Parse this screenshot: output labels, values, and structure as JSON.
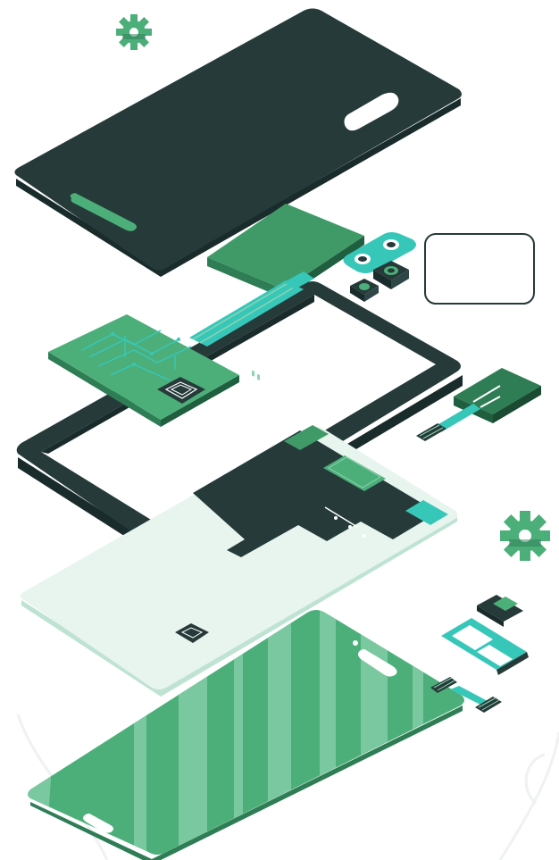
{
  "colors": {
    "dark": "#263a3a",
    "dark_edge": "#1a2b2b",
    "green": "#4caf79",
    "green_dark": "#2e7d55",
    "green_light": "#8fd3b0",
    "teal": "#37c7b9",
    "pale": "#e8f5ef",
    "pale_edge": "#bfe3d3",
    "white": "#ffffff"
  },
  "icons": [
    "gear-icon",
    "gear-icon-large",
    "blank-callout-box"
  ],
  "parts": [
    "back-cover",
    "battery",
    "camera-module",
    "motherboard",
    "frame",
    "flex-cable",
    "display-panel",
    "sim-tray",
    "sd-card",
    "front-glass"
  ]
}
